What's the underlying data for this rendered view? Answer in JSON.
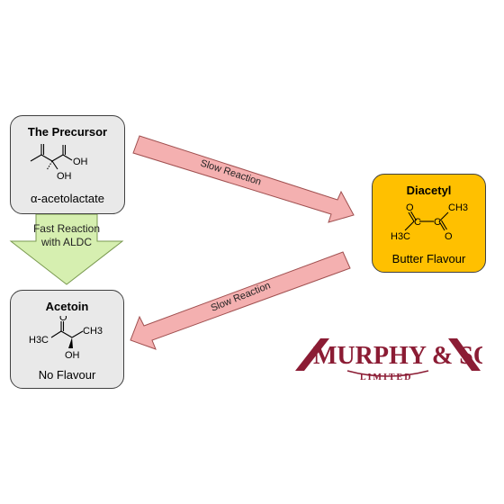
{
  "precursor": {
    "title": "The Precursor",
    "name": "α-acetolactate",
    "oh_label": "OH",
    "cooh_label": "OH"
  },
  "diacetyl": {
    "title": "Diacetyl",
    "flavour": "Butter Flavour",
    "left_methyl": "H3C",
    "right_methyl": "CH3",
    "o1": "O",
    "o2": "O",
    "c1": "C",
    "c2": "C"
  },
  "acetoin": {
    "title": "Acetoin",
    "flavour": "No Flavour",
    "left_methyl": "H3C",
    "right_methyl": "CH3",
    "oh_label": "OH"
  },
  "arrows": {
    "slow_top": "Slow Reaction",
    "slow_bottom": "Slow Reaction",
    "fast": [
      "Fast Reaction",
      "with ALDC"
    ]
  },
  "logo": {
    "main": "MURPHY & SON",
    "sub": "LIMITED"
  },
  "colors": {
    "slow_arrow": "#f4b0b0",
    "fast_arrow": "#d6efb0",
    "diacetyl_box": "#ffc000",
    "logo": "#8b1c34"
  }
}
